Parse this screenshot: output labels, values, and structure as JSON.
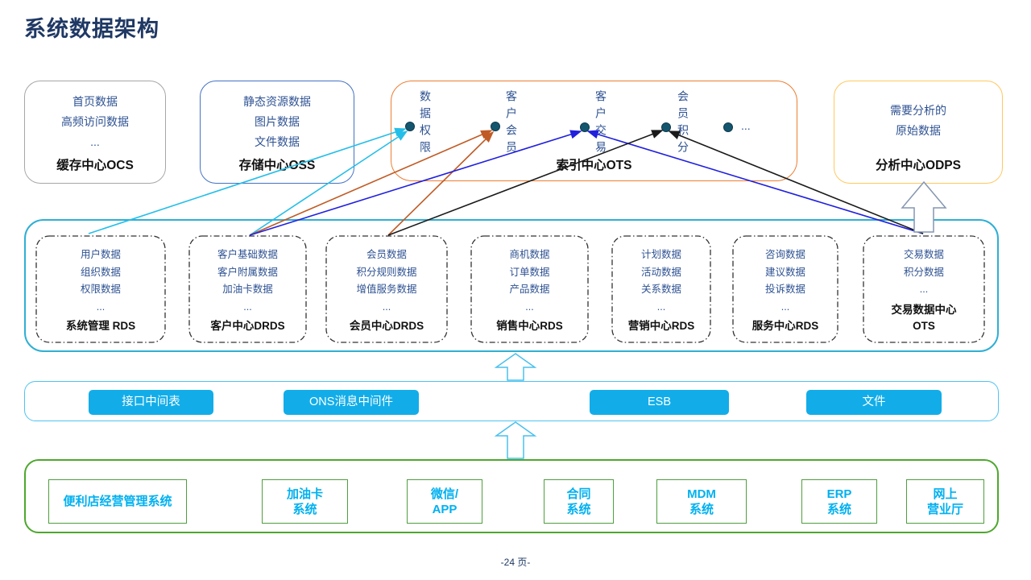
{
  "title": "系统数据架构",
  "footer": "-24 页-",
  "top_row": {
    "ocs": {
      "lines": [
        "首页数据",
        "高频访问数据",
        "..."
      ],
      "label": "缓存中心OCS"
    },
    "oss": {
      "lines": [
        "静态资源数据",
        "图片数据",
        "文件数据"
      ],
      "label": "存储中心OSS"
    },
    "ots": {
      "columns": [
        "数据权限",
        "客户会员",
        "客户交易",
        "会员积分"
      ],
      "more": "...",
      "label": "索引中心OTS"
    },
    "odps": {
      "lines": [
        "需要分析的",
        "原始数据"
      ],
      "label": "分析中心ODPS"
    }
  },
  "data_stores": [
    {
      "lines": [
        "用户数据",
        "组织数据",
        "权限数据",
        "..."
      ],
      "label": [
        "系统管理 RDS"
      ]
    },
    {
      "lines": [
        "客户基础数据",
        "客户附属数据",
        "加油卡数据",
        "..."
      ],
      "label": [
        "客户中心DRDS"
      ]
    },
    {
      "lines": [
        "会员数据",
        "积分规则数据",
        "增值服务数据",
        "..."
      ],
      "label": [
        "会员中心DRDS"
      ]
    },
    {
      "lines": [
        "商机数据",
        "订单数据",
        "产品数据",
        "..."
      ],
      "label": [
        "销售中心RDS"
      ]
    },
    {
      "lines": [
        "计划数据",
        "活动数据",
        "关系数据",
        "..."
      ],
      "label": [
        "营销中心RDS"
      ]
    },
    {
      "lines": [
        "咨询数据",
        "建议数据",
        "投诉数据",
        "..."
      ],
      "label": [
        "服务中心RDS"
      ]
    },
    {
      "lines": [
        "交易数据",
        "积分数据",
        "..."
      ],
      "label": [
        "交易数据中心",
        "OTS"
      ]
    }
  ],
  "middleware": [
    {
      "label": "接口中间表"
    },
    {
      "label": "ONS消息中间件"
    },
    {
      "label": "ESB"
    },
    {
      "label": "文件"
    }
  ],
  "source_systems": [
    {
      "label": [
        "便利店经营管理系统"
      ]
    },
    {
      "label": [
        "加油卡",
        "系统"
      ]
    },
    {
      "label": [
        "微信/",
        "APP"
      ]
    },
    {
      "label": [
        "合同",
        "系统"
      ]
    },
    {
      "label": [
        "MDM",
        "系统"
      ]
    },
    {
      "label": [
        "ERP",
        "系统"
      ]
    },
    {
      "label": [
        "网上",
        "营业厅"
      ]
    }
  ],
  "connections": [
    {
      "from": "系统管理 RDS",
      "to": "数据权限",
      "color": "#25BEE8"
    },
    {
      "from": "客户中心DRDS",
      "to": "数据权限",
      "color": "#25BEE8"
    },
    {
      "from": "客户中心DRDS",
      "to": "客户会员",
      "color": "#C05B25"
    },
    {
      "from": "客户中心DRDS",
      "to": "客户交易",
      "color": "#2020DD"
    },
    {
      "from": "会员中心DRDS",
      "to": "客户会员",
      "color": "#C05B25"
    },
    {
      "from": "会员中心DRDS",
      "to": "会员积分",
      "color": "#1A1A1A"
    },
    {
      "from": "交易数据中心OTS",
      "to": "客户交易",
      "color": "#2020DD"
    },
    {
      "from": "交易数据中心OTS",
      "to": "会员积分",
      "color": "#1A1A1A"
    }
  ],
  "colors": {
    "title": "#1F3864",
    "body_text": "#2E5292",
    "ocs_border": "#A6A6A6",
    "oss_border": "#4472C4",
    "ots_border": "#ED7D31",
    "odps_border": "#FFC85E",
    "stores_container_border": "#2FAFD4",
    "middleware_bar_border": "#4FC3F0",
    "middleware_button": "#12ADE9",
    "sources_container_border": "#4EA72E",
    "source_box_border": "#4F9E3E",
    "source_text": "#00B0F0",
    "arrow_cyan": "#25BEE8",
    "arrow_orange": "#C05B25",
    "arrow_blue": "#2020DD",
    "arrow_black": "#1A1A1A"
  }
}
